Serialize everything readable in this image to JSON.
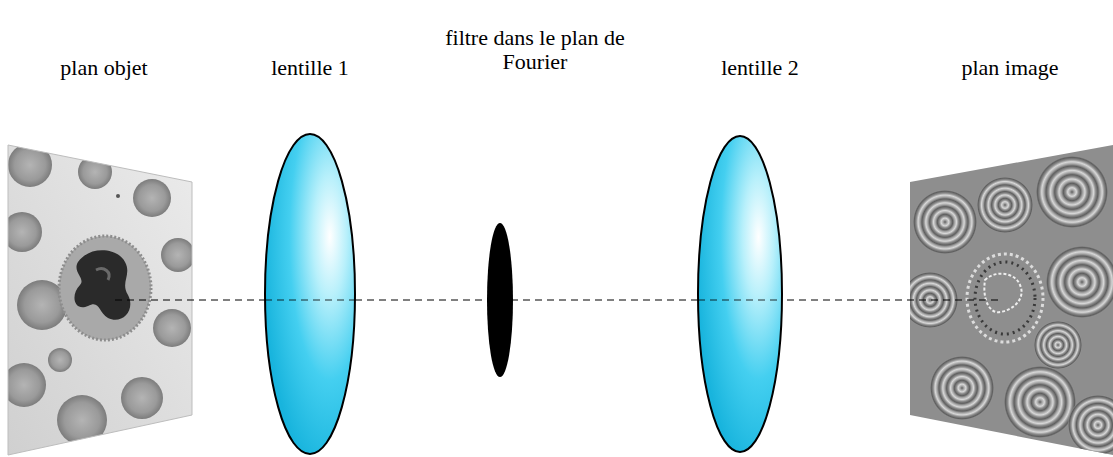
{
  "diagram": {
    "labels": [
      "plan objet",
      "lentille 1",
      "filtre dans le plan de Fourier",
      "lentille 2",
      "plan image"
    ]
  }
}
